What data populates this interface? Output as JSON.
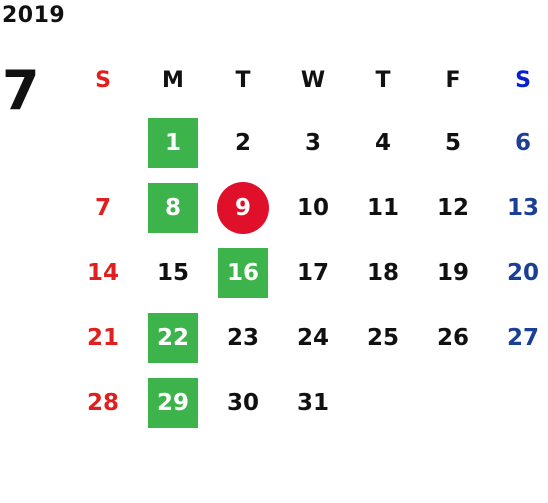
{
  "calendar": {
    "year": "2019",
    "month": "7",
    "weekdays": [
      "S",
      "M",
      "T",
      "W",
      "T",
      "F",
      "S"
    ],
    "colors": {
      "sunday": "#e0201e",
      "saturday": "#1b3f94",
      "saturday_header": "#0a20d0",
      "highlight_green": "#3cb44b",
      "highlight_red": "#e0102a"
    },
    "weeks": [
      [
        "",
        "1",
        "2",
        "3",
        "4",
        "5",
        "6"
      ],
      [
        "7",
        "8",
        "9",
        "10",
        "11",
        "12",
        "13"
      ],
      [
        "14",
        "15",
        "16",
        "17",
        "18",
        "19",
        "20"
      ],
      [
        "21",
        "22",
        "23",
        "24",
        "25",
        "26",
        "27"
      ],
      [
        "28",
        "29",
        "30",
        "31",
        "",
        "",
        ""
      ]
    ],
    "highlighted_green": [
      "1",
      "8",
      "16",
      "22",
      "29"
    ],
    "highlighted_red": [
      "9"
    ]
  }
}
